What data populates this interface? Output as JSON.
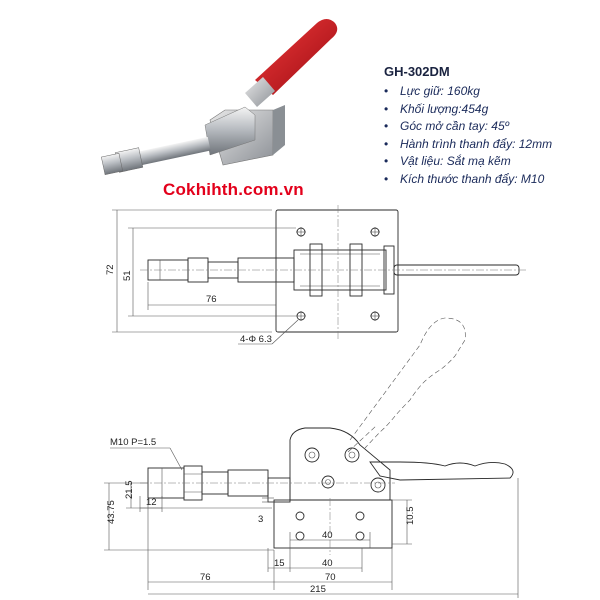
{
  "spec": {
    "title": "GH-302DM",
    "items": [
      "Lực giữ: 160kg",
      "Khối lượng:454g",
      "Góc mở cần tay: 45º",
      "Hành trình thanh đẩy: 12mm",
      "Vật liệu: Sắt mạ kẽm",
      "Kích thước thanh đẩy: M10"
    ]
  },
  "watermark": "Cokhihth.com.vn",
  "top_view": {
    "dim_72": "72",
    "dim_51": "51",
    "dim_76": "76",
    "hole_label": "4-Φ 6.3"
  },
  "side_view": {
    "thread_label": "M10  P=1.5",
    "dim_21_5": "21.5",
    "dim_43_75": "43.75",
    "dim_12": "12",
    "dim_3": "3",
    "dim_10_5": "10.5",
    "dim_40_top": "40",
    "dim_15": "15",
    "dim_40_bottom": "40",
    "dim_76": "76",
    "dim_70": "70",
    "dim_215": "215"
  },
  "colors": {
    "handle": "#c8101e",
    "watermark": "#e3001b",
    "title": "#1a2340",
    "text": "#1a2a5a"
  }
}
